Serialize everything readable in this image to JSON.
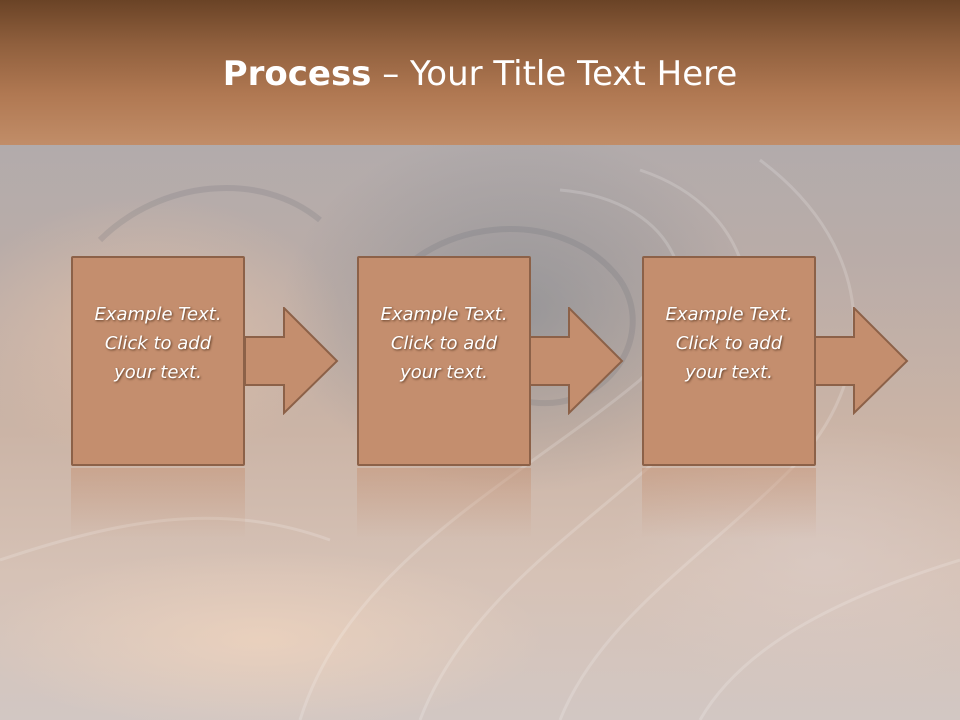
{
  "slide": {
    "title_bold": "Process",
    "title_rest": " – Your Title Text Here"
  },
  "steps": [
    {
      "line1": "Example Text.",
      "line2": "Click  to add",
      "line3": "your text."
    },
    {
      "line1": "Example Text.",
      "line2": "Click  to add",
      "line3": "your text."
    },
    {
      "line1": "Example Text.",
      "line2": "Click  to add",
      "line3": "your text."
    }
  ],
  "colors": {
    "header_top": "#6a4326",
    "header_bottom": "#c18d68",
    "box_fill": "#c48e6e",
    "box_border": "#8c6148",
    "text": "#ffffff"
  }
}
